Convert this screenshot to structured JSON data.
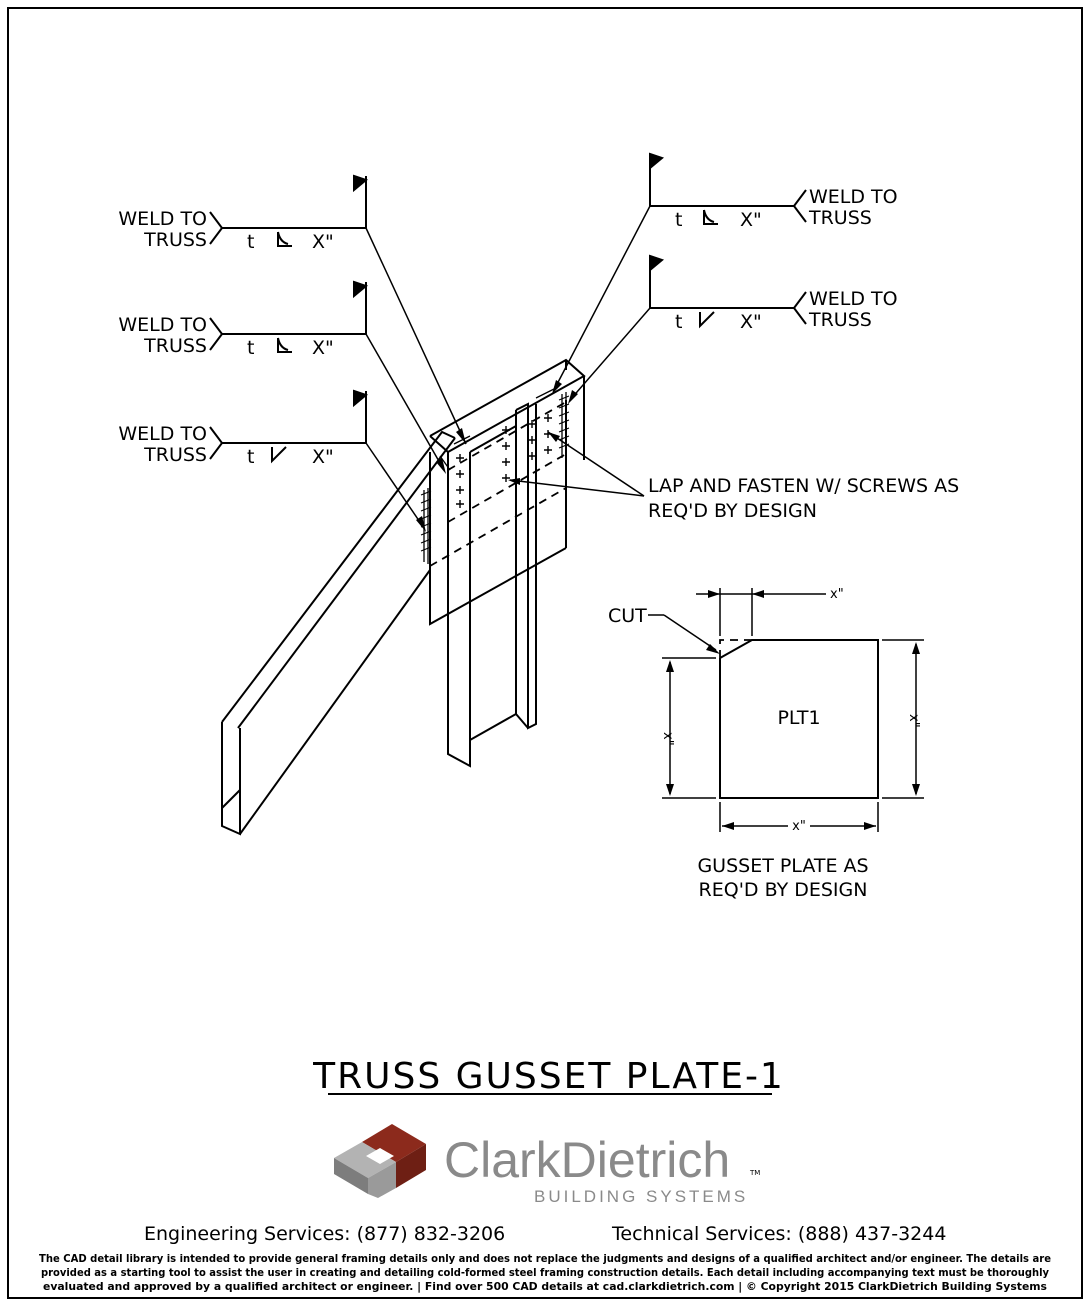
{
  "weld_callouts": {
    "left_top": {
      "line1": "WELD TO",
      "line2": "TRUSS",
      "thickness": "t",
      "size": "X\""
    },
    "left_middle": {
      "line1": "WELD TO",
      "line2": "TRUSS",
      "thickness": "t",
      "size": "X\""
    },
    "left_bottom": {
      "line1": "WELD TO",
      "line2": "TRUSS",
      "thickness": "t",
      "size": "X\""
    },
    "right_top": {
      "line1": "WELD TO",
      "line2": "TRUSS",
      "thickness": "t",
      "size": "X\""
    },
    "right_bottom": {
      "line1": "WELD TO",
      "line2": "TRUSS",
      "thickness": "t",
      "size": "X\""
    }
  },
  "notes": {
    "lap_line1": "LAP AND FASTEN W/ SCREWS AS",
    "lap_line2": "REQ'D BY DESIGN",
    "cut": "CUT",
    "plate_label": "PLT1",
    "dim_top": "x\"",
    "dim_left": "x\"",
    "dim_right": "x\"",
    "dim_bottom": "x\"",
    "gusset_line1": "GUSSET PLATE AS",
    "gusset_line2": "REQ'D BY DESIGN"
  },
  "title": "TRUSS GUSSET PLATE-1",
  "logo": {
    "name": "ClarkDietrich",
    "tm": "TM",
    "sub": "BUILDING SYSTEMS",
    "colors": {
      "red": "#8c2a1c",
      "gray_dark": "#7d7d7d",
      "gray_light": "#b3b3b3"
    }
  },
  "footer": {
    "engineering": "Engineering Services: (877) 832-3206",
    "technical": "Technical Services: (888) 437-3244",
    "line1": "The CAD detail library is intended to provide general framing details only and does not replace the judgments and designs of a qualified architect and/or engineer. The details are",
    "line2": "provided as a starting tool to assist the user in creating and detailing cold-formed steel framing construction details. Each detail including accompanying text must be thoroughly",
    "line3": "evaluated and approved by a qualified architect or engineer.    |    Find over 500 CAD details at cad.clarkdietrich.com    |    © Copyright 2015 ClarkDietrich Building Systems"
  }
}
